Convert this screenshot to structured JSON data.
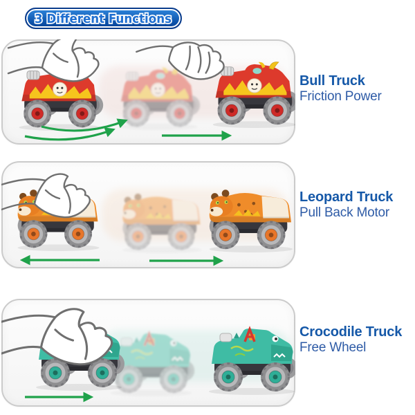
{
  "title": {
    "text": "3 Different Functions"
  },
  "panels": [
    {
      "truck_name": "Bull Truck",
      "feature": "Friction Power",
      "accent_color": "#d63230",
      "icons": [
        "pressing-hand-icon",
        "flicking-hand-icon",
        "curved-forward-arrows-icon",
        "forward-arrow-icon"
      ]
    },
    {
      "truck_name": "Leopard Truck",
      "feature": "Pull Back Motor",
      "accent_color": "#e8762a",
      "icons": [
        "pulling-hand-icon",
        "backward-arrow-icon",
        "forward-arrow-icon"
      ]
    },
    {
      "truck_name": "Crocodile Truck",
      "feature": "Free Wheel",
      "accent_color": "#2fae97",
      "icons": [
        "pushing-hand-icon",
        "forward-arrow-icon"
      ]
    }
  ],
  "colors": {
    "title_text": "#1f6fd0",
    "title_pill": "#0d53ab",
    "label_name": "#1558a8",
    "label_feature": "#2e5ba6",
    "arrow_green": "#1fa24a",
    "panel_border": "#cbcbcb"
  }
}
